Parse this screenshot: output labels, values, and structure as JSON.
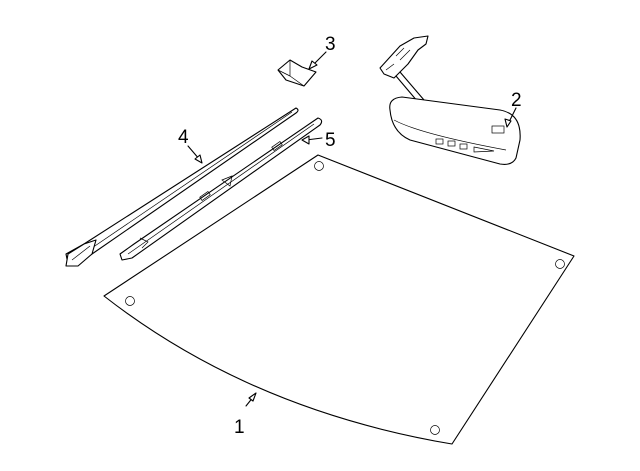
{
  "callouts": {
    "windshield": "1",
    "mirror": "2",
    "bracket": "3",
    "molding_left": "4",
    "molding_right": "5"
  }
}
